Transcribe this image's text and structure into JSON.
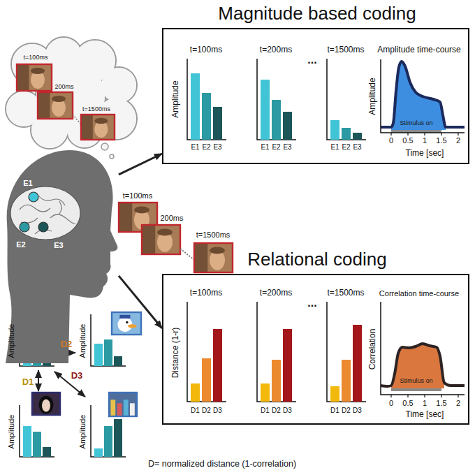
{
  "diagram": {
    "nodes": [
      {
        "text": [
          "Magnitude based coding"
        ]
      },
      {
        "text": [
          "t=100ms",
          "200ms",
          "t=1500ms"
        ]
      },
      {
        "text": [
          "E1",
          "E2",
          "E3"
        ]
      },
      {
        "text": [
          "Relational coding"
        ]
      }
    ],
    "edges": [
      {
        "from": 2,
        "to": 0,
        "arrow": "to"
      },
      {
        "from": 2,
        "to": 3,
        "arrow": "to"
      }
    ],
    "labels": [
      "t=100ms",
      "t=200ms",
      "...",
      "t=1500ms",
      "Amplitude time-course",
      "Amplitude",
      "E1",
      "E2",
      "E3",
      "E1",
      "E2",
      "E3",
      "E1",
      "E2",
      "E3",
      "Amplitude",
      "Stimulus on",
      "0",
      "0.5",
      "1",
      "1.5",
      "2",
      "Time [sec]",
      "t=100ms",
      "200ms",
      "t=1500ms",
      "t=100ms",
      "t=200ms",
      "...",
      "t=1500ms",
      "Correlation time-course",
      "Distance (1-r)",
      "D1",
      "D2",
      "D3",
      "D1",
      "D2",
      "D3",
      "D1",
      "D2",
      "D3",
      "Correlation",
      "Stimulus on",
      "0",
      "0.5",
      "1",
      "1.5",
      "2",
      "Time [sec]",
      "Amplitude",
      "Amplitude",
      "D2",
      "D1",
      "D3",
      "Amplitude",
      "Amplitude",
      "D= normalized distance (1-correlation)"
    ]
  }
}
